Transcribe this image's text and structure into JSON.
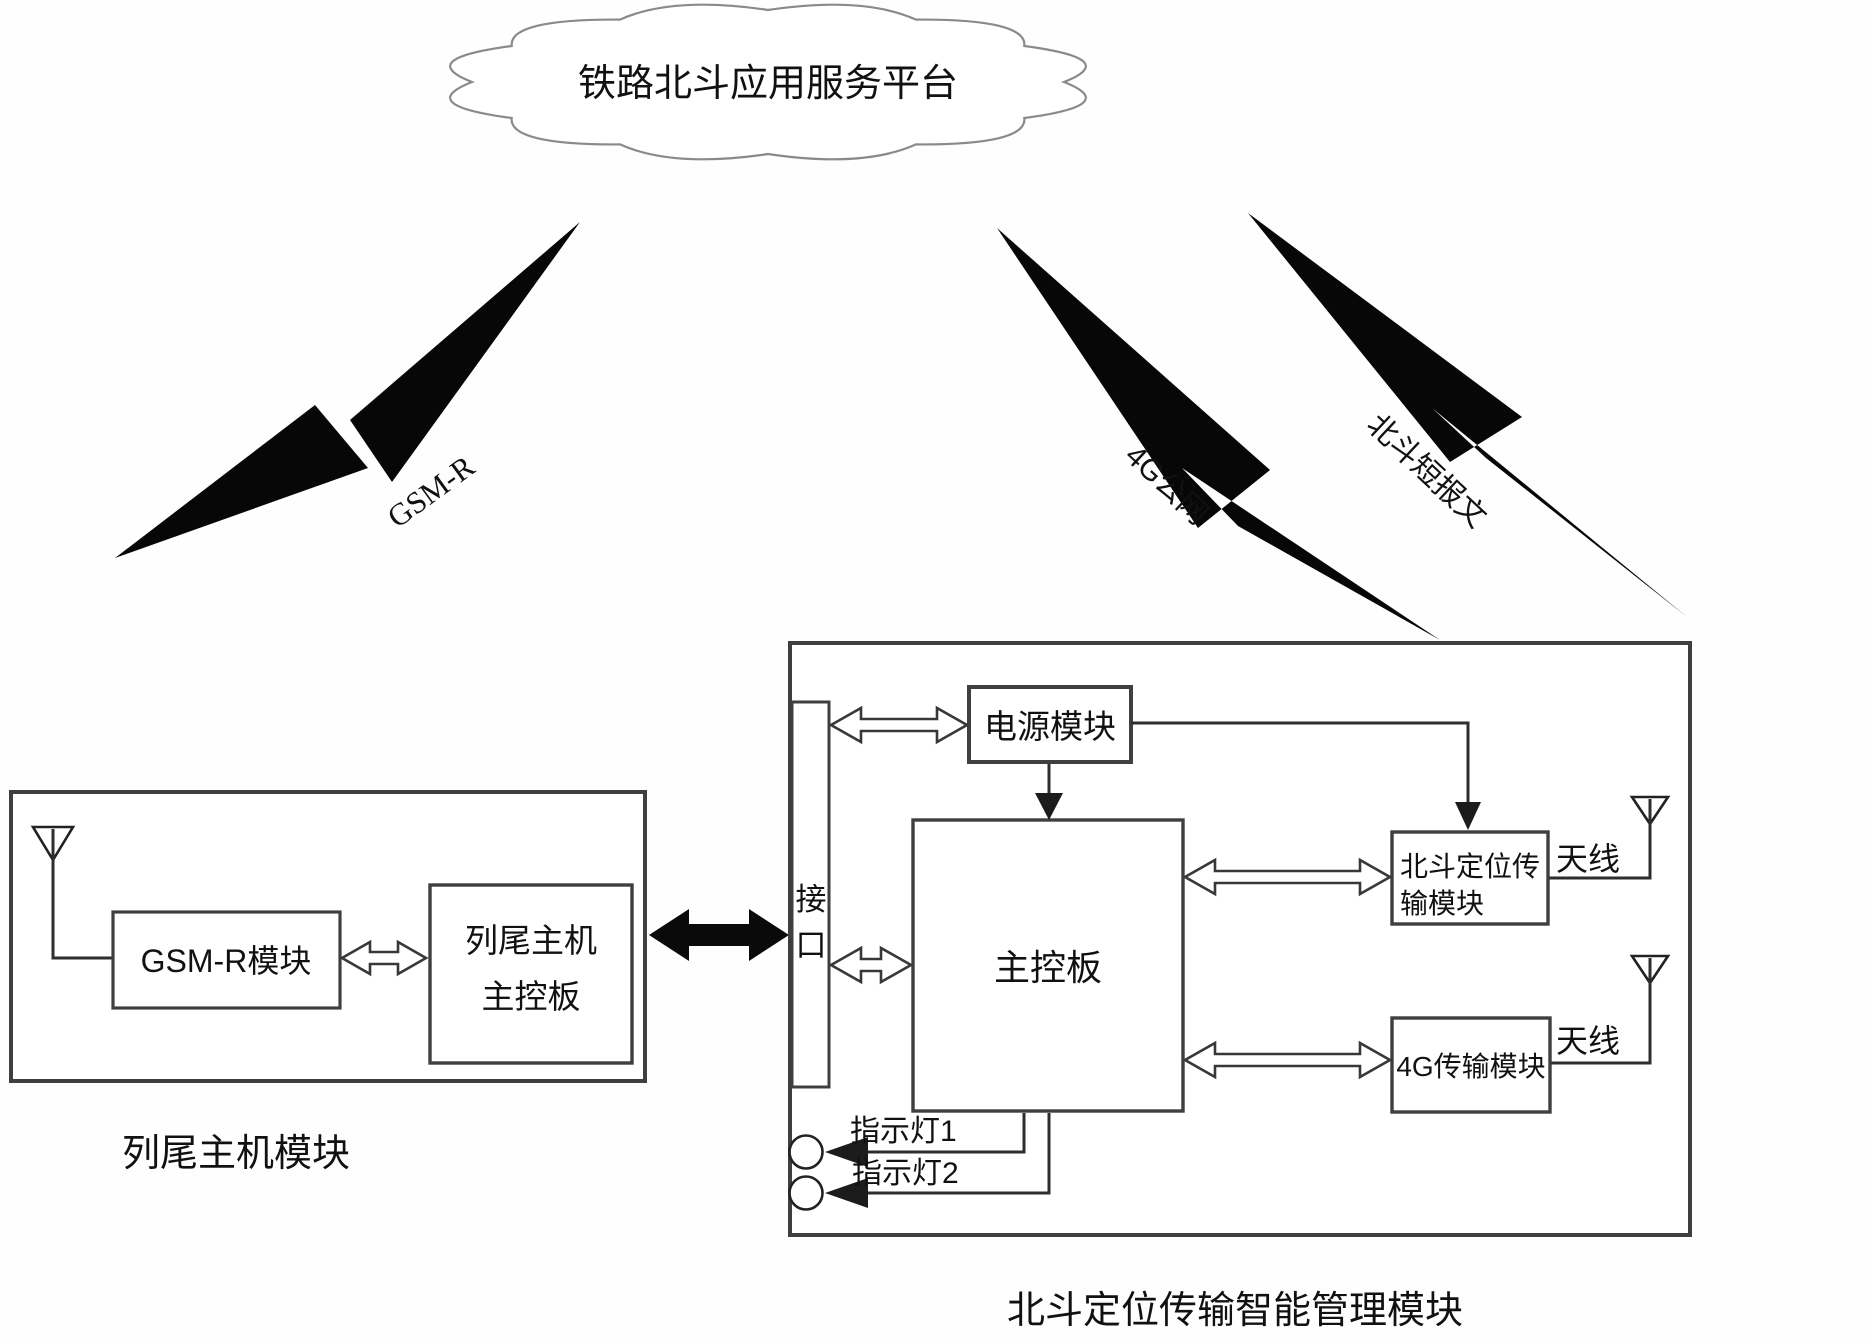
{
  "colors": {
    "ink": "#111111",
    "box_stroke": "#3f3f3f",
    "outer_box_stroke": "#4a4a4a",
    "cloud_stroke": "#8a8a8a",
    "bolt_fill": "#070707",
    "background": "#fefefe"
  },
  "cloud": {
    "label": "铁路北斗应用服务平台"
  },
  "links": [
    {
      "id": "gsmr",
      "label": "GSM-R"
    },
    {
      "id": "public4g",
      "label": "4G公网"
    },
    {
      "id": "beidou_sms",
      "label": "北斗短报文"
    }
  ],
  "tail_module": {
    "caption": "列尾主机模块",
    "gsm_box": "GSM-R模块",
    "host_box": {
      "line1": "列尾主机",
      "line2": "主控板"
    }
  },
  "bd_module": {
    "caption": "北斗定位传输智能管理模块",
    "interface": {
      "char1": "接",
      "char2": "口"
    },
    "power_box": "电源模块",
    "main_board": "主控板",
    "beidou_box": {
      "line1": "北斗定位传",
      "line2": "输模块"
    },
    "g4_box": "4G传输模块",
    "antenna_label_1": "天线",
    "antenna_label_2": "天线",
    "led1": "指示灯1",
    "led2": "指示灯2"
  }
}
